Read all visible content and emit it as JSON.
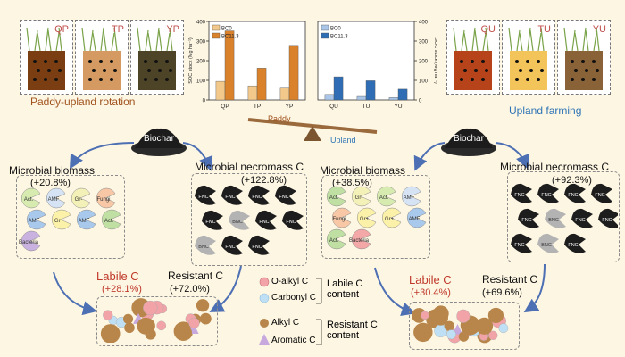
{
  "rotation": {
    "pots": [
      {
        "label": "QP",
        "soil": "#7a3e12"
      },
      {
        "label": "TP",
        "soil": "#d49a62"
      },
      {
        "label": "YP",
        "soil": "#4d4427"
      }
    ],
    "title": "Paddy-upland rotation"
  },
  "upland": {
    "pots": [
      {
        "label": "QU",
        "soil": "#b6431a"
      },
      {
        "label": "TU",
        "soil": "#f2c45a"
      },
      {
        "label": "YU",
        "soil": "#8a6238"
      }
    ],
    "title": "Upland farming"
  },
  "chart_data": [
    {
      "type": "bar",
      "categories": [
        "QP",
        "TP",
        "YP"
      ],
      "series": [
        {
          "name": "BC0",
          "values": [
            95,
            72,
            60
          ],
          "color": "#f3c98b"
        },
        {
          "name": "BC11.3",
          "values": [
            352,
            162,
            278
          ],
          "color": "#d9822b"
        }
      ],
      "ylabel": "SOC stock (Mg ha⁻¹)",
      "ylim": [
        0,
        400
      ],
      "yticks": [
        0,
        100,
        200,
        300,
        400
      ],
      "legend": "top-left"
    },
    {
      "type": "bar",
      "categories": [
        "QU",
        "TU",
        "YU"
      ],
      "series": [
        {
          "name": "BC0",
          "values": [
            28,
            18,
            12
          ],
          "color": "#a9c6e8"
        },
        {
          "name": "BC11.3",
          "values": [
            118,
            98,
            55
          ],
          "color": "#2f6db5"
        }
      ],
      "ylabel": "SOC stock (Mg ha⁻¹)",
      "ylim": [
        0,
        400
      ],
      "yticks": [
        0,
        100,
        200,
        300,
        400
      ],
      "legend": "top-left"
    }
  ],
  "seesaw": {
    "left": "Paddy",
    "right": "Upland"
  },
  "biochar_label": "Biochar",
  "left_panel": {
    "biomass_title": "Microbial biomass",
    "biomass_pct": "(+20.8%)",
    "necromass_title": "Microbial necromass C",
    "necromass_pct": "(+122.8%)",
    "labile_title": "Labile C",
    "labile_pct": "(+28.1%)",
    "resistant_title": "Resistant C",
    "resistant_pct": "(+72.0%)"
  },
  "right_panel": {
    "biomass_title": "Microbial biomass",
    "biomass_pct": "(+38.5%)",
    "necromass_title": "Microbial necromass C",
    "necromass_pct": "(+92.3%)",
    "labile_title": "Labile C",
    "labile_pct": "(+30.4%)",
    "resistant_title": "Resistant C",
    "resistant_pct": "(+69.6%)"
  },
  "microbes_left": [
    {
      "label": "Act.",
      "color": "#d7ebb0"
    },
    {
      "label": "AMF",
      "color": "#d5e3f4"
    },
    {
      "label": "Gr-",
      "color": "#f3f1b8"
    },
    {
      "label": "Fungi",
      "color": "#f7c7a6"
    },
    {
      "label": "AMF",
      "color": "#a9c9ec"
    },
    {
      "label": "Gr+",
      "color": "#fbf1a8"
    },
    {
      "label": "AMF",
      "color": "#a9c9ec"
    },
    {
      "label": "Act.",
      "color": "#bfe0a2"
    },
    {
      "label": "Bacteria",
      "color": "#c9b2e0"
    }
  ],
  "microbes_right": [
    {
      "label": "Act.",
      "color": "#bfe0a2"
    },
    {
      "label": "Gr-",
      "color": "#f3f1b8"
    },
    {
      "label": "Act.",
      "color": "#d7ebb0"
    },
    {
      "label": "AMF",
      "color": "#d5e3f4"
    },
    {
      "label": "Fungi",
      "color": "#f7c7a6"
    },
    {
      "label": "Gr+",
      "color": "#fbf1a8"
    },
    {
      "label": "Gr+",
      "color": "#fbf1a8"
    },
    {
      "label": "AMF",
      "color": "#a9c9ec"
    },
    {
      "label": "Act.",
      "color": "#bfe0a2"
    },
    {
      "label": "Bacteria",
      "color": "#f3a7a7"
    }
  ],
  "necro_labels": {
    "fnc": "FNC",
    "bnc": "BNC"
  },
  "legend": {
    "o_alkyl": "O-alkyl C",
    "carbonyl": "Carbonyl C",
    "labile_content": "Labile C content",
    "alkyl": "Alkyl C",
    "aromatic": "Aromatic C",
    "resistant_content": "Resistant C content"
  },
  "colors": {
    "labile_red": "#c0392b",
    "blue_title": "#2e74b5",
    "brown_title": "#a0521d",
    "alkyl": "#b8864a",
    "o_alkyl": "#f1a3a8",
    "carbonyl": "#bfe0f4",
    "aromatic": "#c7a9dd",
    "arrow": "#4d6fb3"
  }
}
